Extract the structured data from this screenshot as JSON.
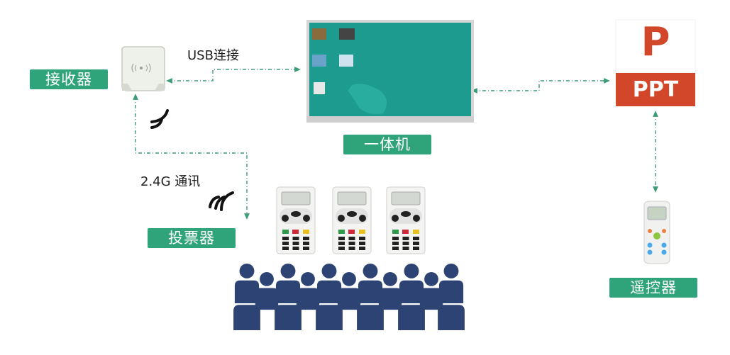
{
  "labels": {
    "receiver": "接收器",
    "usb": "USB连接",
    "aio": "一体机",
    "comm": "2.4G 通讯",
    "voter": "投票器",
    "remote": "遥控器",
    "ppt": "PPT",
    "ppt_letter": "P"
  },
  "colors": {
    "tag_green": "#2fa37a",
    "line_green": "#3b9d76",
    "ppt_orange": "#d2462a",
    "screen_teal": "#1c9b8e",
    "people_navy": "#2d4373"
  },
  "icons": [
    "receiver-device-icon",
    "wifi-signal-icon",
    "monitor-icon",
    "ppt-logo-icon",
    "remote-control-icon",
    "clicker-icon",
    "people-icon"
  ]
}
